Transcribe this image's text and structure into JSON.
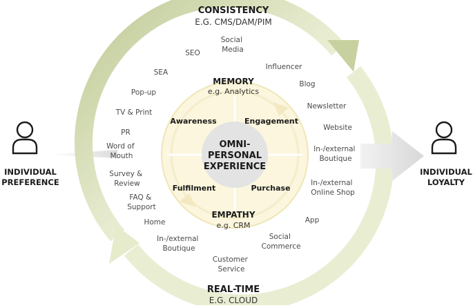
{
  "colors": {
    "outer_ring": "#e6ebcb",
    "outer_ring_dark": "#c2cc98",
    "inner_ring": "#fbf6dd",
    "inner_ring_stroke": "#efe6b8",
    "hub": "#e3e3e3",
    "connector": "#e3e3e3",
    "text_dark": "#1a1a1a",
    "text_channel": "#4a4a4a"
  },
  "icons": {
    "left_person": "person-icon",
    "right_person": "person-icon"
  },
  "outer": {
    "top_title": "CONSISTENCY",
    "top_sub": "E.G. CMS/DAM/PIM",
    "bottom_title": "REAL-TIME",
    "bottom_sub": "E.G. CLOUD"
  },
  "inner": {
    "top_title": "MEMORY",
    "top_sub": "e.g. Analytics",
    "bottom_title": "EMPATHY",
    "bottom_sub": "e.g. CRM"
  },
  "quadrants": {
    "top_left": "Awareness",
    "top_right": "Engagement",
    "bottom_left": "Fulfilment",
    "bottom_right": "Purchase"
  },
  "hub": {
    "line1": "OMNI-",
    "line2": "PERSONAL",
    "line3": "EXPERIENCE"
  },
  "left_label": {
    "line1": "INDIVIDUAL",
    "line2": "PREFERENCE"
  },
  "right_label": {
    "line1": "INDIVIDUAL",
    "line2": "LOYALTY"
  },
  "channels": {
    "social_media": [
      "Social",
      "Media"
    ],
    "seo": [
      "SEO"
    ],
    "influencer": [
      "Influencer"
    ],
    "sea": [
      "SEA"
    ],
    "blog": [
      "Blog"
    ],
    "popup": [
      "Pop-up"
    ],
    "newsletter": [
      "Newsletter"
    ],
    "tv_print": [
      "TV & Print"
    ],
    "website": [
      "Website"
    ],
    "pr": [
      "PR"
    ],
    "word_of_mouth": [
      "Word of",
      "Mouth"
    ],
    "boutique_right": [
      "In-/external",
      "Boutique"
    ],
    "survey_review": [
      "Survey &",
      "Review"
    ],
    "online_shop": [
      "In-/external",
      "Online Shop"
    ],
    "faq_support": [
      "FAQ &",
      "Support"
    ],
    "app": [
      "App"
    ],
    "home": [
      "Home"
    ],
    "social_commerce": [
      "Social",
      "Commerce"
    ],
    "boutique_left": [
      "In-/external",
      "Boutique"
    ],
    "customer_service": [
      "Customer",
      "Service"
    ]
  }
}
